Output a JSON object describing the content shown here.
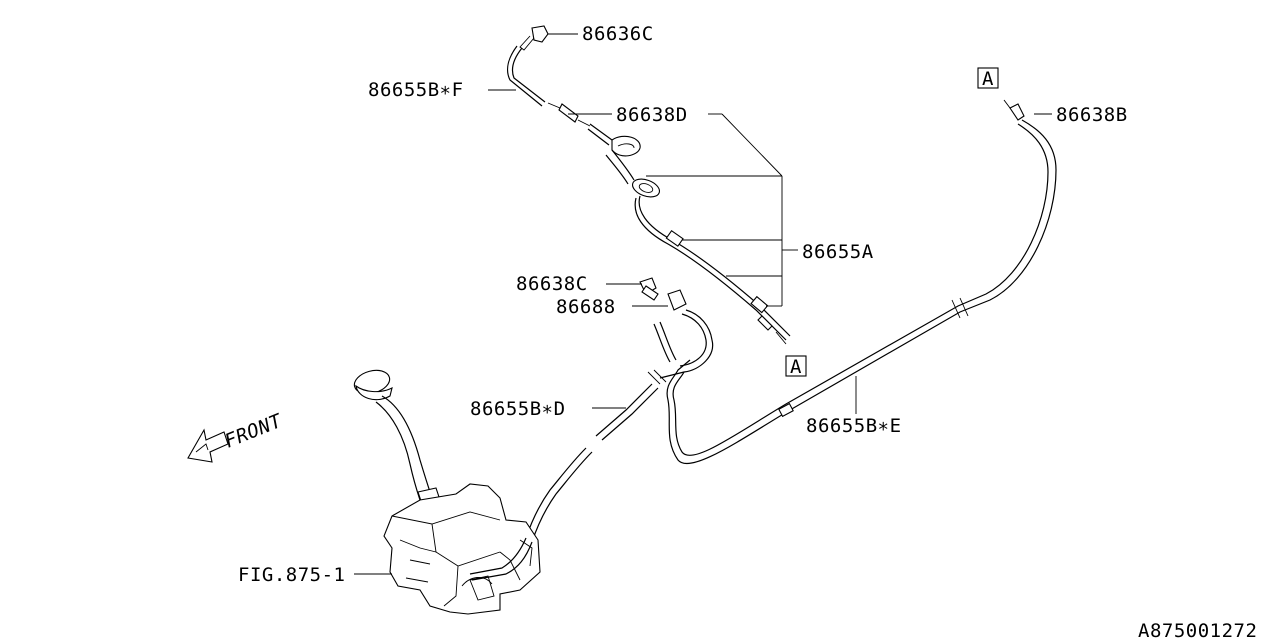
{
  "labels": {
    "p86636C": "86636C",
    "p86655BF": "86655B∗F",
    "p86638D": "86638D",
    "p86655A": "86655A",
    "p86638C": "86638C",
    "p86688": "86688",
    "p86655BD": "86655B∗D",
    "p86655BE": "86655B∗E",
    "p86638B": "86638B",
    "fig": "FIG.875-1"
  },
  "connectors": {
    "a_top": "A",
    "a_mid": "A"
  },
  "front_label": "FRONT",
  "catalog_code": "A875001272"
}
